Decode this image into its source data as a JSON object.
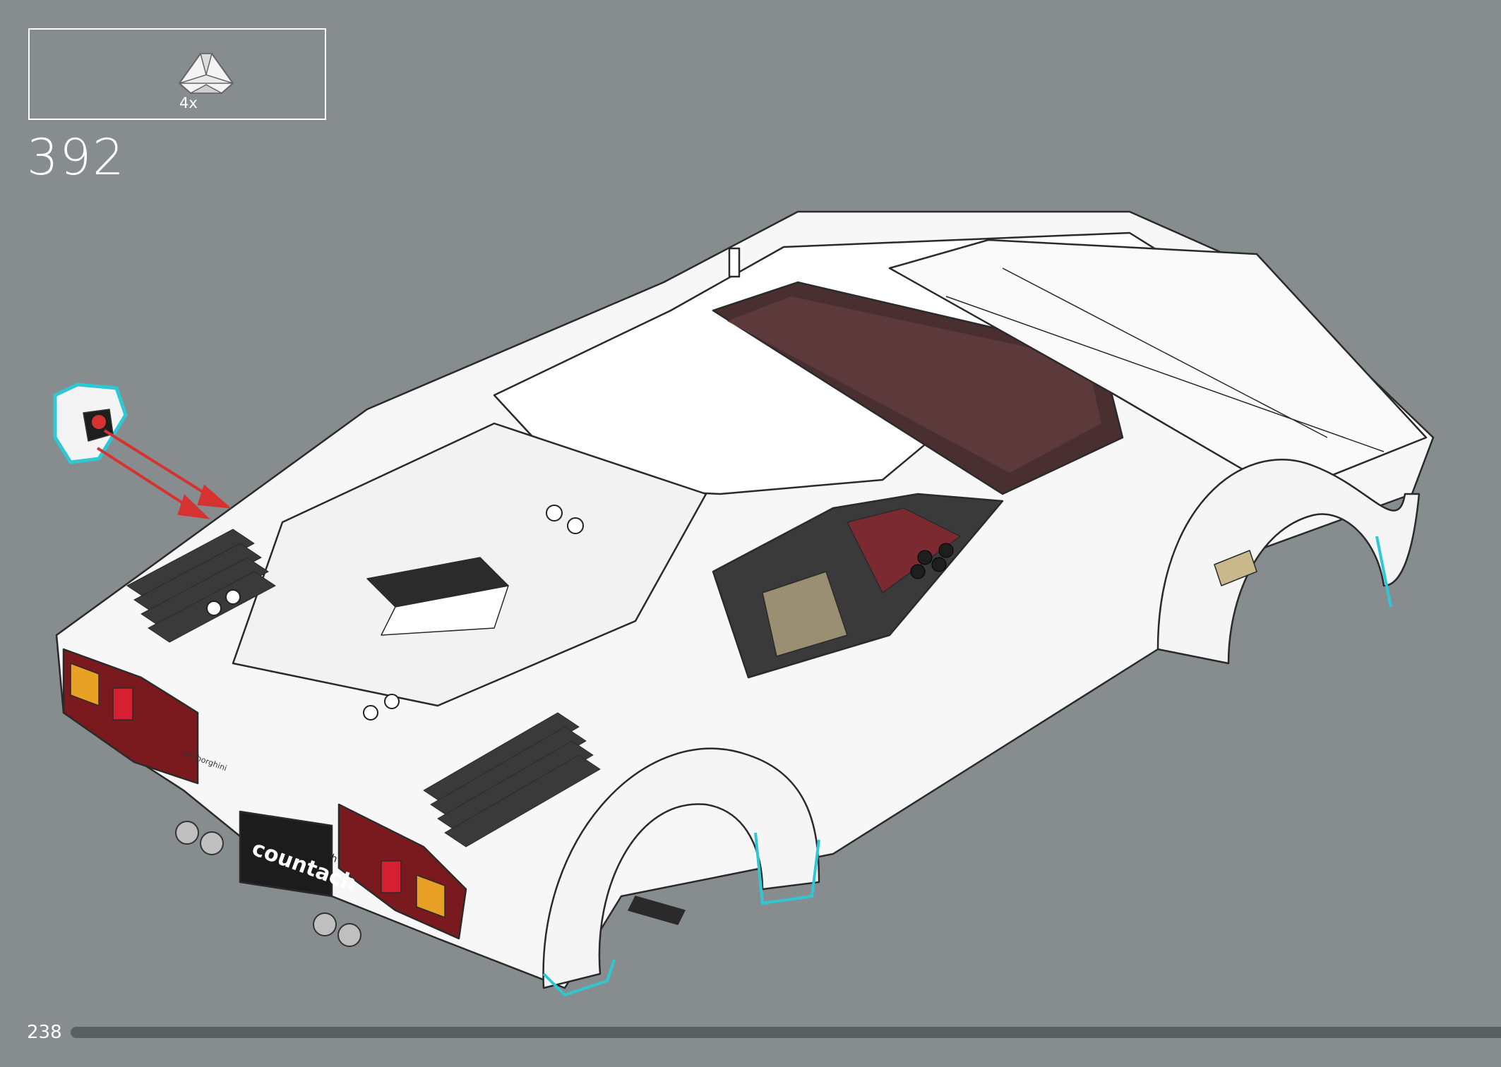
{
  "parts_callout": {
    "quantity": "4x",
    "part_icon": "white-slope-brick-icon"
  },
  "step": {
    "number": "392"
  },
  "page": {
    "number": "238"
  },
  "model": {
    "name_badge": "countach",
    "badge_small": "countach",
    "brand_small": "lamborghini"
  },
  "colors": {
    "background": "#878d8f",
    "frame": "#ffffff",
    "highlight": "#2ec8d4",
    "arrow": "#d63232",
    "taillight": "#7a1a1e",
    "interior": "#5c2a2a",
    "progress": "#5a5f60"
  }
}
